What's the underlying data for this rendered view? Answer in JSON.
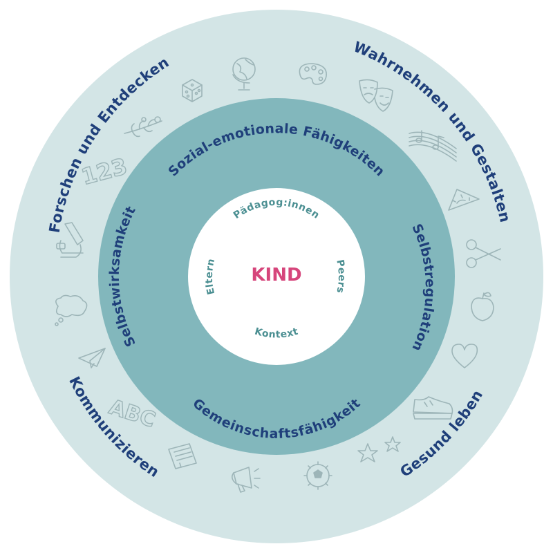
{
  "center": {
    "label": "KIND"
  },
  "inner_ring": {
    "top": "Pädagog:innen",
    "left": "Eltern",
    "right": "Peers",
    "bottom": "Kontext"
  },
  "middle_ring": {
    "top": "Sozial-emotionale Fähigkeiten",
    "left": "Selbstwirksamkeit",
    "right": "Selbstregulation",
    "bottom": "Gemeinschaftsfähigkeit"
  },
  "outer_ring": {
    "top_left": "Forschen und Entdecken",
    "top_right": "Wahrnehmen und Gestalten",
    "bottom_left": "Kommunizieren",
    "bottom_right": "Gesund leben"
  },
  "icon_text": {
    "numbers": "123",
    "letters": "ABC"
  },
  "icons": [
    "dice-icon",
    "globe-icon",
    "palette-icon",
    "theater-masks-icon",
    "music-notes-icon",
    "flower-branch-icon",
    "numbers-icon",
    "microscope-icon",
    "thought-bubble-icon",
    "paper-plane-icon",
    "letters-icon",
    "document-icon",
    "megaphone-icon",
    "football-icon",
    "stars-icon",
    "shoe-icon",
    "heart-icon",
    "apple-icon",
    "scissors-icon",
    "protractor-icon"
  ],
  "colors": {
    "outer": "#d3e5e6",
    "middle": "#82b7bc",
    "inner": "#ffffff",
    "text_dark": "#1f3f7a",
    "text_inner": "#4b8f92",
    "center_text": "#d6457b"
  }
}
